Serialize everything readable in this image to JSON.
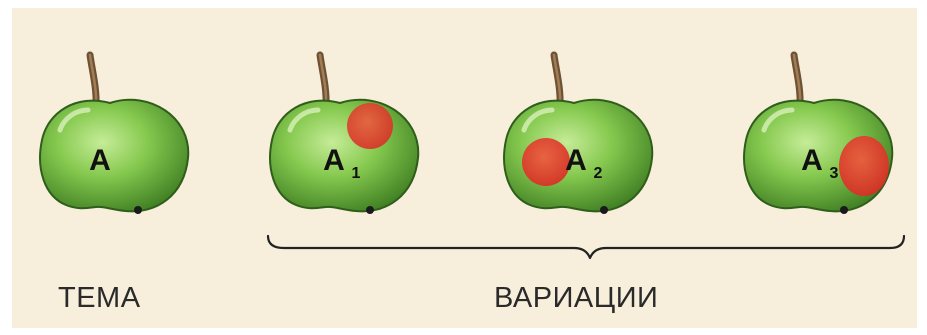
{
  "colors": {
    "background": "#f7efdc",
    "apple_green": "#7fc24a",
    "apple_light": "#b9e38a",
    "apple_dark": "#3e7a22",
    "spot_red": "#e23a2e",
    "stem": "#7a5a3a",
    "brace": "#222222"
  },
  "apples": [
    {
      "name": "theme-apple",
      "letter": "A",
      "subscript": ""
    },
    {
      "name": "variation-apple-1",
      "letter": "A",
      "subscript": "1"
    },
    {
      "name": "variation-apple-2",
      "letter": "A",
      "subscript": "2"
    },
    {
      "name": "variation-apple-3",
      "letter": "A",
      "subscript": "3"
    }
  ],
  "captions": {
    "theme": "ТЕМА",
    "variations": "ВАРИАЦИИ"
  }
}
